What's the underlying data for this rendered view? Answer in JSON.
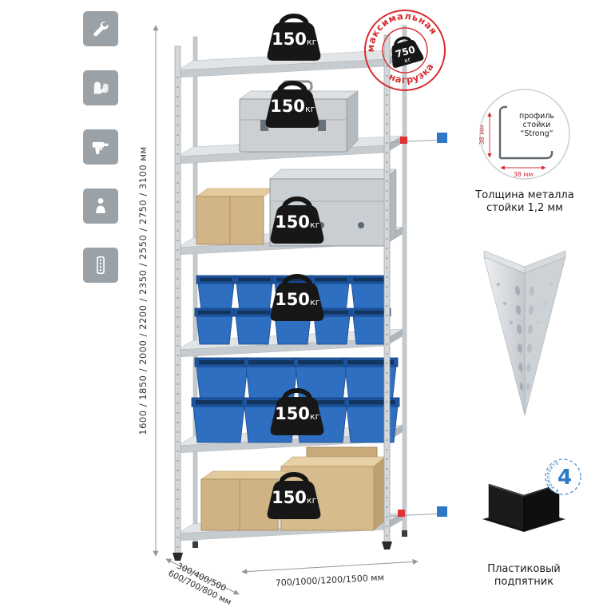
{
  "colors": {
    "red": "#d62b30",
    "blue": "#2e79c7",
    "bin_blue": "#2e6fc2",
    "metal": "#d3d7da",
    "badge_black": "#171717",
    "icon_gray": "#9aa2a8"
  },
  "sidebar_icons": [
    "wrench-icon",
    "gloves-icon",
    "drill-icon",
    "person-icon",
    "perforated-post-icon"
  ],
  "height_dimension": {
    "label": "1600 / 1850 / 2000 / 2200 / 2350 / 2550 / 2750 / 3100 мм"
  },
  "width_dimension": {
    "label": "700/1000/1200/1500 мм"
  },
  "depth_dimension": {
    "line1": "300/400/500",
    "line2": "600/700/800 мм"
  },
  "shelf_badge": {
    "value": "150",
    "unit": "кг"
  },
  "max_load_stamp": {
    "arc_top": "максимальная",
    "arc_bottom": "нагрузка",
    "value": "750",
    "unit": "кг"
  },
  "profile_callout": {
    "label_line1": "профиль",
    "label_line2": "стойки",
    "label_line3": "“Strong”",
    "dim_vertical": "38 мм",
    "dim_horizontal": "38 мм",
    "caption_line1": "Толщина металла",
    "caption_line2": "стойки 1,2 мм"
  },
  "foot_callout": {
    "badge_number": "4",
    "badge_arc": "в комплекте",
    "caption_line1": "Пластиковый",
    "caption_line2": "подпятник"
  }
}
